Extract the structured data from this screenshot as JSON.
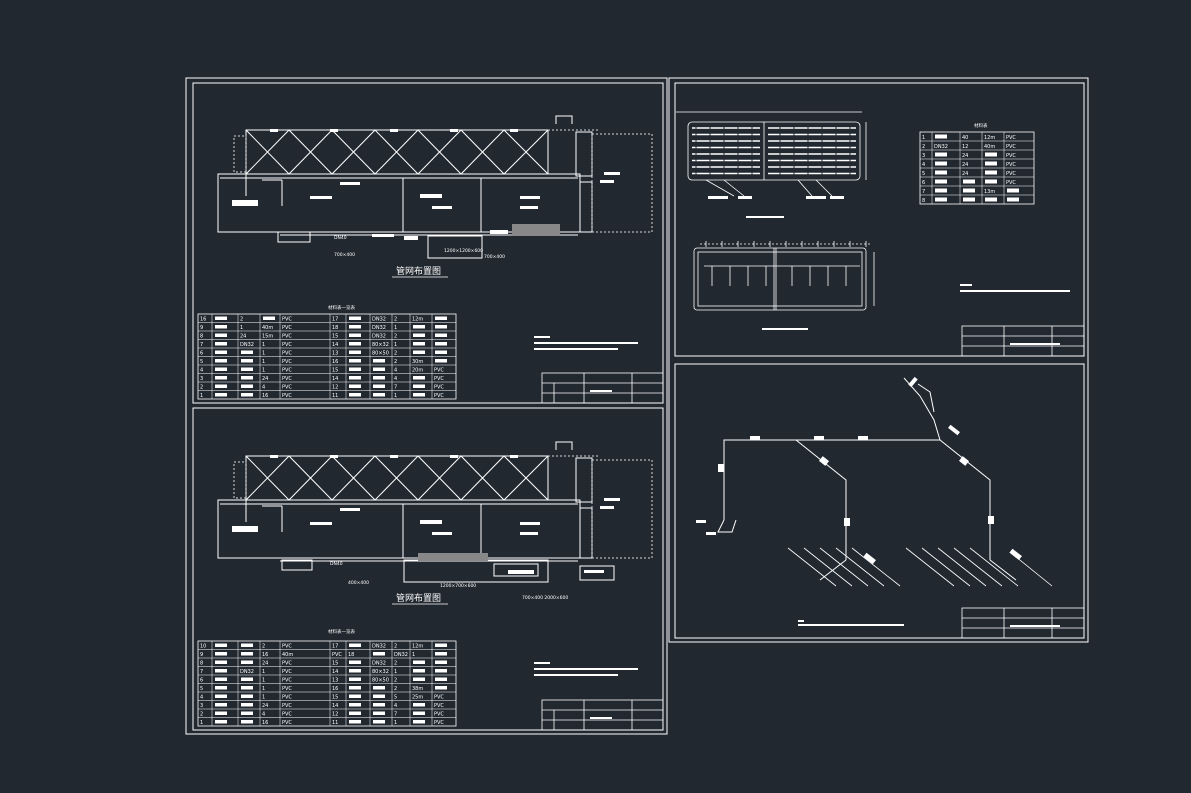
{
  "colors": {
    "background": "#212830",
    "line": "#ffffff",
    "dashed": "#d8d8d8"
  },
  "sheets": {
    "top_left": {
      "plan_title": "管网布置图",
      "table_caption": "材料表一览表",
      "label_a": "1200×1200×600",
      "label_b": "700×400",
      "label_c": "DN40",
      "label_d": "700×400",
      "rows": [
        [
          "16",
          "",
          "2",
          "",
          "PVC",
          "17",
          "",
          "DN32",
          "2",
          "12m",
          ""
        ],
        [
          "9",
          "",
          "1",
          "40m",
          "PVC",
          "18",
          "",
          "DN32",
          "1",
          "",
          ""
        ],
        [
          "8",
          "",
          "24",
          "15m",
          "PVC",
          "15",
          "",
          "DN32",
          "2",
          "",
          ""
        ],
        [
          "7",
          "",
          "DN32",
          "1",
          "PVC",
          "14",
          "",
          "80×32",
          "1",
          "",
          ""
        ],
        [
          "6",
          "",
          "",
          "1",
          "PVC",
          "13",
          "",
          "80×50",
          "2",
          "",
          ""
        ],
        [
          "5",
          "",
          "",
          "1",
          "PVC",
          "16",
          "",
          "",
          "2",
          "30m",
          ""
        ],
        [
          "4",
          "",
          "",
          "1",
          "PVC",
          "15",
          "",
          "",
          "4",
          "20m",
          "PVC"
        ],
        [
          "3",
          "",
          "",
          "24",
          "PVC",
          "14",
          "",
          "",
          "4",
          "",
          "PVC"
        ],
        [
          "2",
          "",
          "",
          "4",
          "PVC",
          "12",
          "",
          "",
          "7",
          "",
          "PVC"
        ],
        [
          "1",
          "",
          "",
          "16",
          "PVC",
          "11",
          "",
          "",
          "1",
          "",
          "PVC"
        ]
      ]
    },
    "bottom_left": {
      "plan_title": "管网布置图",
      "table_caption": "材料表一览表",
      "label_a": "1200×700×600",
      "label_b": "400×400",
      "label_c": "DN40",
      "label_d": "700×400 2000×600",
      "rows": [
        [
          "10",
          "",
          "",
          "2",
          "PVC",
          "17",
          "",
          "DN32",
          "2",
          "12m",
          ""
        ],
        [
          "9",
          "",
          "",
          "16",
          "40m",
          "PVC",
          "18",
          "",
          "DN32",
          "1",
          ""
        ],
        [
          "8",
          "",
          "",
          "24",
          "PVC",
          "15",
          "",
          "DN32",
          "2",
          "",
          ""
        ],
        [
          "7",
          "",
          "DN32",
          "1",
          "PVC",
          "14",
          "",
          "80×32",
          "1",
          "",
          ""
        ],
        [
          "6",
          "",
          "",
          "1",
          "PVC",
          "13",
          "",
          "80×50",
          "2",
          "",
          ""
        ],
        [
          "5",
          "",
          "",
          "1",
          "PVC",
          "16",
          "",
          "",
          "2",
          "38m",
          ""
        ],
        [
          "4",
          "",
          "",
          "1",
          "PVC",
          "15",
          "",
          "",
          "5",
          "25m",
          "PVC"
        ],
        [
          "3",
          "",
          "",
          "24",
          "PVC",
          "14",
          "",
          "",
          "4",
          "",
          "PVC"
        ],
        [
          "2",
          "",
          "",
          "4",
          "PVC",
          "12",
          "",
          "",
          "7",
          "",
          "PVC"
        ],
        [
          "1",
          "",
          "",
          "16",
          "PVC",
          "11",
          "",
          "",
          "1",
          "",
          "PVC"
        ]
      ]
    },
    "top_right": {
      "table_caption": "材料表",
      "rows": [
        [
          "1",
          "",
          "40",
          "12m",
          "PVC"
        ],
        [
          "2",
          "DN32",
          "12",
          "40m",
          "PVC"
        ],
        [
          "3",
          "",
          "24",
          "",
          "PVC"
        ],
        [
          "4",
          "",
          "24",
          "",
          "PVC"
        ],
        [
          "5",
          "",
          "24",
          "",
          "PVC"
        ],
        [
          "6",
          "",
          "",
          "",
          "PVC"
        ],
        [
          "7",
          "",
          "",
          "13m",
          ""
        ],
        [
          "8",
          "",
          "",
          "",
          ""
        ]
      ]
    }
  }
}
